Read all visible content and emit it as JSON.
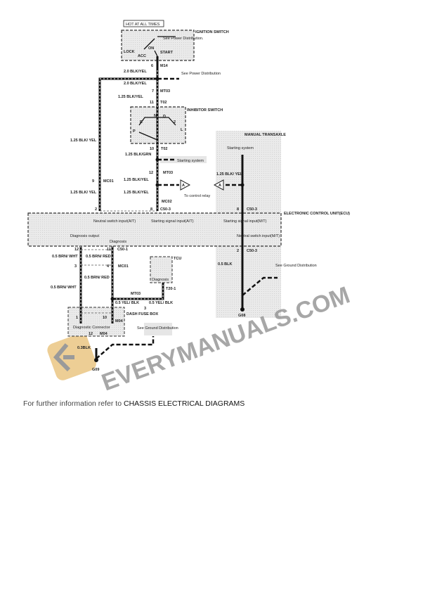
{
  "diagram": {
    "hot_label": "HOT AT ALL TIMES",
    "ignition_switch": "IGNITION SWITCH",
    "ignition_see": "See Power Distribution.",
    "lock": "LOCK",
    "acc": "ACC",
    "on": "ON",
    "start": "START",
    "pin_m14": "6",
    "m14": "M14",
    "w1": "2.0 BLK/YEL",
    "see_power": "See Power Distribution",
    "w2": "2.0 BLK/YEL",
    "pin_mt03a": "7",
    "mt03a": "MT03",
    "w3": "1.25 BLK/YEL",
    "pin_t02a": "11",
    "t02a": "T02",
    "inhibitor_switch": "INHIBITOR SWITCH",
    "inh_p": "P",
    "inh_r": "R",
    "inh_n": "N",
    "inh_d": "D",
    "inh_2": "2",
    "inh_l": "L",
    "left_w1": "1.25 BLK/ YEL",
    "pin_mc01": "9",
    "mc01": "MC01",
    "left_w2": "1.25 BLK/ YEL",
    "pin_t02b": "10",
    "t02b": "T02",
    "w4": "1.25 BLK/GRN",
    "starting_system": "Starting system",
    "pin_mt03b": "12",
    "mt03b": "MT03",
    "w5": "1.25 BLK/YEL",
    "to_control_relay": "To control relay",
    "conn_a": "A",
    "w6": "1.25 BLK/YEL",
    "mc02": "MC02",
    "pin_left_ecu": "2",
    "pin_c50_3a": "8",
    "c50_3a": "C50-3",
    "manual_transaxle": "MANUAL TRANSAXLE",
    "mt_starting_system": "Starting system",
    "mt_w": "1.25 BLK/ YEL",
    "pin_c50_3b": "8",
    "c50_3b": "C50-3",
    "ecu": "ELECTRONIC CONTROL UNIT(ECU)",
    "neutral_at": "Neutral switch input(A/T)",
    "starting_at": "Starting signal input(A/T)",
    "starting_mt": "Starting signal input(M/T)",
    "neutral_mt": "Neutral switch input(M/T)",
    "diag_output": "Diagnosis output",
    "diagnosis": "Diagnosis",
    "pin_12": "12",
    "pin_11": "11",
    "c50_1": "C50-1",
    "pin_c50_3c": "2",
    "c50_3c": "C50-3",
    "brn_wht1": "0.5 BRN/ WHT",
    "brn_red1": "0.5 BRN/ RED",
    "pin_3": "3",
    "pin_4": "4",
    "mc01b": "MC01",
    "brn_red2": "0.5 BRN/ RED",
    "brn_wht2": "0.5 BRN/ WHT",
    "blk05": "0.5 BLK",
    "see_ground1": "See Ground Distribution",
    "g08": "G08",
    "tcu": "TCU",
    "tcu_diag": "Diagnosis",
    "t20_1": "T20-1",
    "mt03c": "MT03",
    "yel_blk1": "0.5 YEL/ BLK",
    "pin_3b": "3",
    "yel_blk2": "0.5 YEL/ BLK",
    "dash_fuse_box": "DASH FUSE BOX",
    "pin_1": "1",
    "pin_10": "10",
    "m04a": "M04",
    "diag_connector": "Diagnostic Connector",
    "pin_12b": "12",
    "m04b": "M04",
    "see_ground2": "See Ground Distribution",
    "blk03": "0.3BLK",
    "g09": "G09"
  },
  "watermark": "EVERYMANUALS.COM",
  "footer": {
    "prefix": "For further information refer to",
    "link": "CHASSIS ELECTRICAL DIAGRAMS"
  }
}
